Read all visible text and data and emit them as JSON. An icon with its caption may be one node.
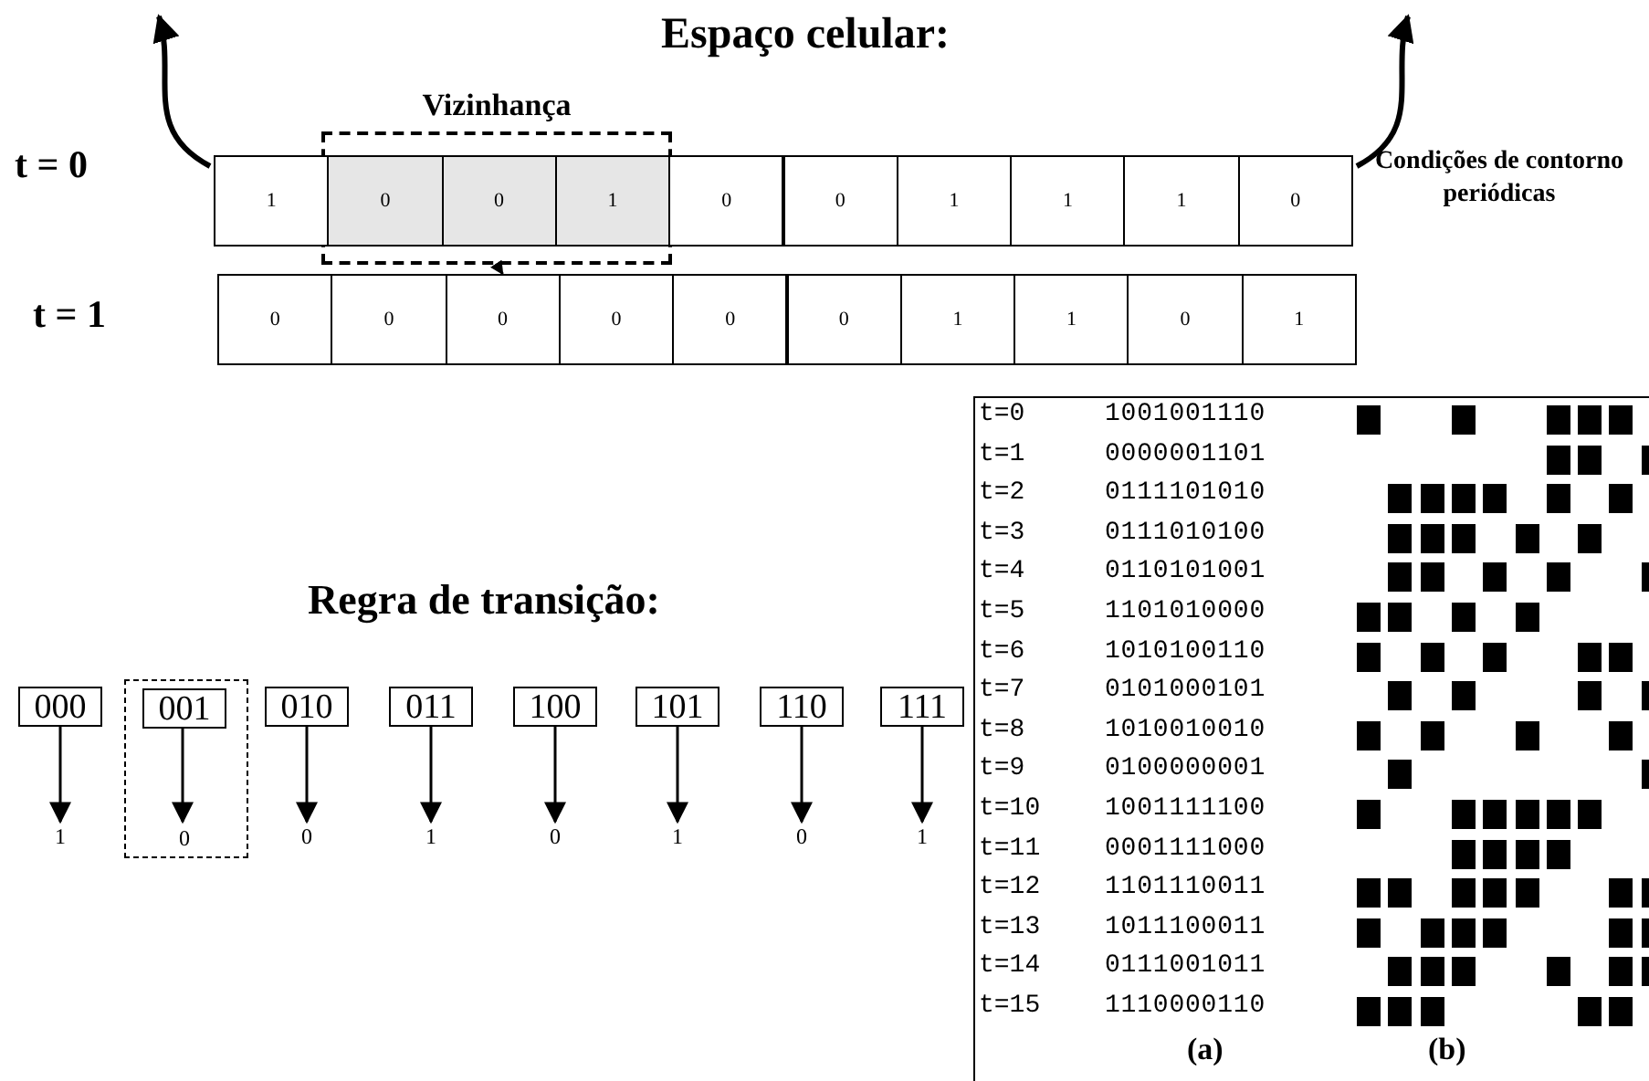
{
  "diagram": {
    "nodes": [
      {
        "text": [
          "Vizinhança"
        ]
      },
      {
        "text": [
          "1"
        ]
      },
      {
        "text": [
          "0"
        ],
        "in": 0
      },
      {
        "text": [
          "0"
        ],
        "in": 0
      },
      {
        "text": [
          "1"
        ],
        "in": 0
      },
      {
        "text": [
          "0"
        ]
      },
      {
        "text": [
          "0"
        ]
      },
      {
        "text": [
          "1"
        ]
      },
      {
        "text": [
          "1"
        ]
      },
      {
        "text": [
          "1"
        ]
      },
      {
        "text": [
          "0"
        ]
      },
      {
        "text": [
          "0"
        ]
      },
      {
        "text": [
          "0"
        ]
      },
      {
        "text": [
          "0"
        ]
      },
      {
        "text": [
          "0"
        ]
      },
      {
        "text": [
          "0"
        ]
      },
      {
        "text": [
          "0"
        ]
      },
      {
        "text": [
          "1"
        ]
      },
      {
        "text": [
          "1"
        ]
      },
      {
        "text": [
          "0"
        ]
      },
      {
        "text": [
          "1"
        ]
      },
      {
        "text": [],
        "shape": "box"
      },
      {
        "text": [
          "000"
        ]
      },
      {
        "text": [
          "001"
        ],
        "in": 21
      },
      {
        "text": [
          "010"
        ]
      },
      {
        "text": [
          "011"
        ]
      },
      {
        "text": [
          "100"
        ]
      },
      {
        "text": [
          "101"
        ]
      },
      {
        "text": [
          "110"
        ]
      },
      {
        "text": [
          "111"
        ]
      },
      {
        "text": [
          "1"
        ]
      },
      {
        "text": [
          "0"
        ],
        "in": 21
      },
      {
        "text": [
          "0"
        ]
      },
      {
        "text": [
          "1"
        ]
      },
      {
        "text": [
          "0"
        ]
      },
      {
        "text": [
          "1"
        ]
      },
      {
        "text": [
          "0"
        ]
      },
      {
        "text": [
          "1"
        ]
      }
    ],
    "edges": [
      {
        "from": 0,
        "to": 13,
        "arrow": "to",
        "style": "dashed"
      },
      {
        "from": 1,
        "to": null,
        "arrow": "to",
        "style": "thick"
      },
      {
        "from": 10,
        "to": null,
        "arrow": "to",
        "style": "thick"
      },
      {
        "from": 22,
        "to": 30,
        "arrow": "to"
      },
      {
        "from": 23,
        "to": 31,
        "arrow": "to"
      },
      {
        "from": 24,
        "to": 32,
        "arrow": "to"
      },
      {
        "from": 25,
        "to": 33,
        "arrow": "to"
      },
      {
        "from": 26,
        "to": 34,
        "arrow": "to"
      },
      {
        "from": 27,
        "to": 35,
        "arrow": "to"
      },
      {
        "from": 28,
        "to": 36,
        "arrow": "to"
      },
      {
        "from": 29,
        "to": 37,
        "arrow": "to"
      }
    ],
    "labels": [
      "Espaço celular:",
      "t = 0",
      "Condições de contorno periódicas",
      "t = 1",
      "Regra de transição:",
      "t=0",
      "1001001110",
      "t=1",
      "0000001101",
      "t=2",
      "0111101010",
      "t=3",
      "0111010100",
      "t=4",
      "0110101001",
      "t=5",
      "1101010000",
      "t=6",
      "1010100110",
      "t=7",
      "0101000101",
      "t=8",
      "1010010010",
      "t=9",
      "0100000001",
      "t=10",
      "1001111100",
      "t=11",
      "0001111000",
      "t=12",
      "1101110011",
      "t=13",
      "1011100011",
      "t=14",
      "0111001011",
      "t=15",
      "1110000110",
      "(a)",
      "(b)"
    ]
  }
}
